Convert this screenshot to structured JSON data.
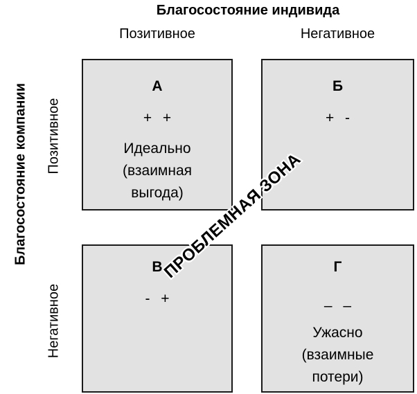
{
  "axes": {
    "top_title": "Благосостояние индивида",
    "left_title": "Благосостояние компании",
    "columns": [
      {
        "label": "Позитивное"
      },
      {
        "label": "Негативное"
      }
    ],
    "rows": [
      {
        "label": "Позитивное"
      },
      {
        "label": "Негативное"
      }
    ]
  },
  "quadrants": [
    {
      "letter": "А",
      "signs": "+ +",
      "description": "Идеально\n(взаимная\nвыгода)"
    },
    {
      "letter": "Б",
      "signs": "+ -",
      "description": ""
    },
    {
      "letter": "В",
      "signs": "- +",
      "description": ""
    },
    {
      "letter": "Г",
      "signs": "– –",
      "description": "Ужасно\n(взаимные\nпотери)"
    }
  ],
  "banner": {
    "label": "ПРОБЛЕМНАЯ ЗОНА"
  },
  "colors": {
    "box_fill": "#e2e2e2",
    "box_border": "#1a1a1a",
    "text": "#000000",
    "banner_outline": "#ffffff",
    "background": "#ffffff"
  }
}
